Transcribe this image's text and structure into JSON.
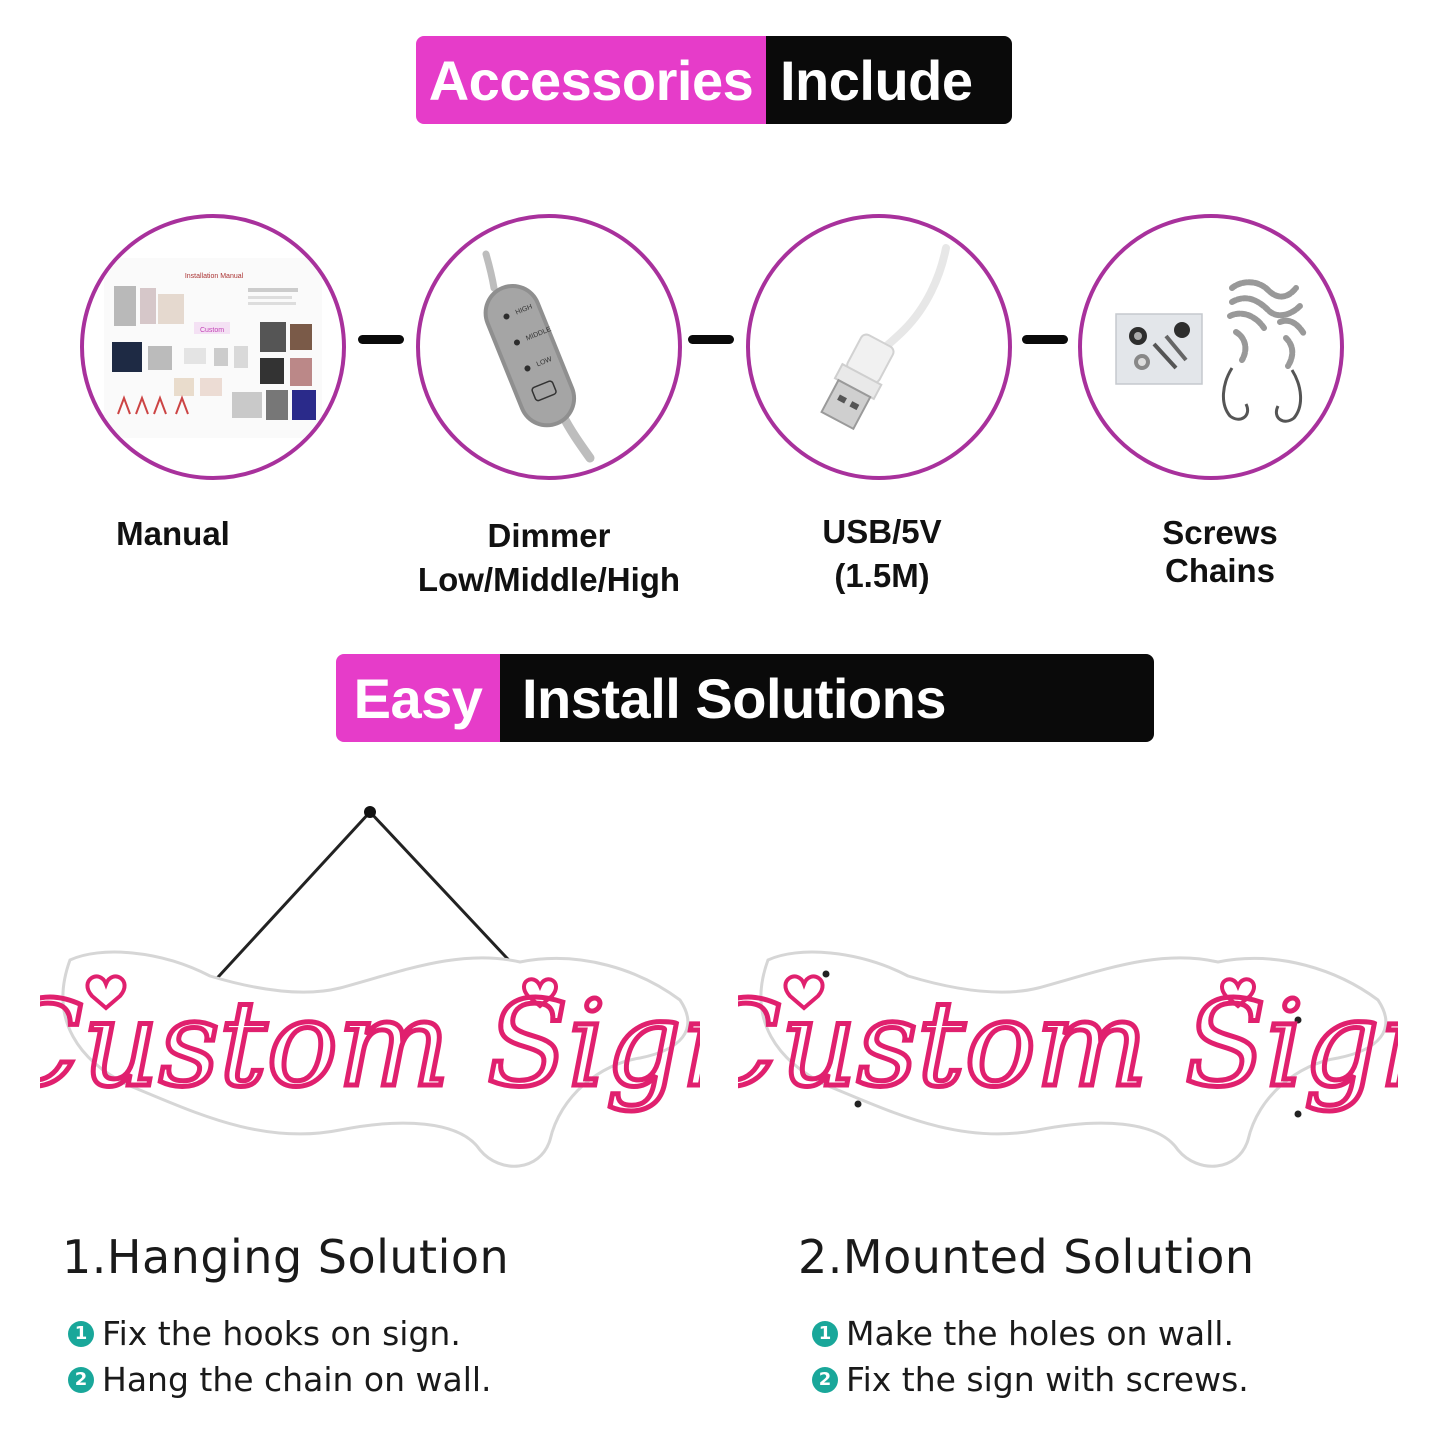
{
  "accessories_banner": {
    "highlight": "Accessories",
    "rest": "Include"
  },
  "accessories": [
    {
      "lines": [
        "Manual"
      ],
      "icon": "manual-sheet-icon"
    },
    {
      "lines": [
        "Dimmer",
        "Low/Middle/High"
      ],
      "icon": "dimmer-remote-icon"
    },
    {
      "lines": [
        "USB/5V",
        "(1.5M)"
      ],
      "icon": "usb-cable-icon"
    },
    {
      "lines": [
        "Screws",
        "Chains"
      ],
      "icon": "screws-chains-icon"
    }
  ],
  "manual_thumb": {
    "heading": "Installation Manual",
    "brand": "Custom"
  },
  "dimmer_labels": [
    "HIGH",
    "MIDDLE",
    "LOW"
  ],
  "install_banner": {
    "highlight": "Easy",
    "rest": "Install Solutions"
  },
  "sign_text": "Custom Sign",
  "colors": {
    "accent_pink": "#e63cc9",
    "circle_border": "#a8319c",
    "neon": "#e0206e",
    "step_badge": "#19a79a"
  },
  "solutions": [
    {
      "title": "1.Hanging Solution",
      "steps": [
        {
          "n": "1",
          "text": "Fix the hooks on sign."
        },
        {
          "n": "2",
          "text": "Hang the chain on wall."
        }
      ]
    },
    {
      "title": "2.Mounted Solution",
      "steps": [
        {
          "n": "1",
          "text": "Make the holes on wall."
        },
        {
          "n": "2",
          "text": "Fix the sign with screws."
        }
      ]
    }
  ]
}
